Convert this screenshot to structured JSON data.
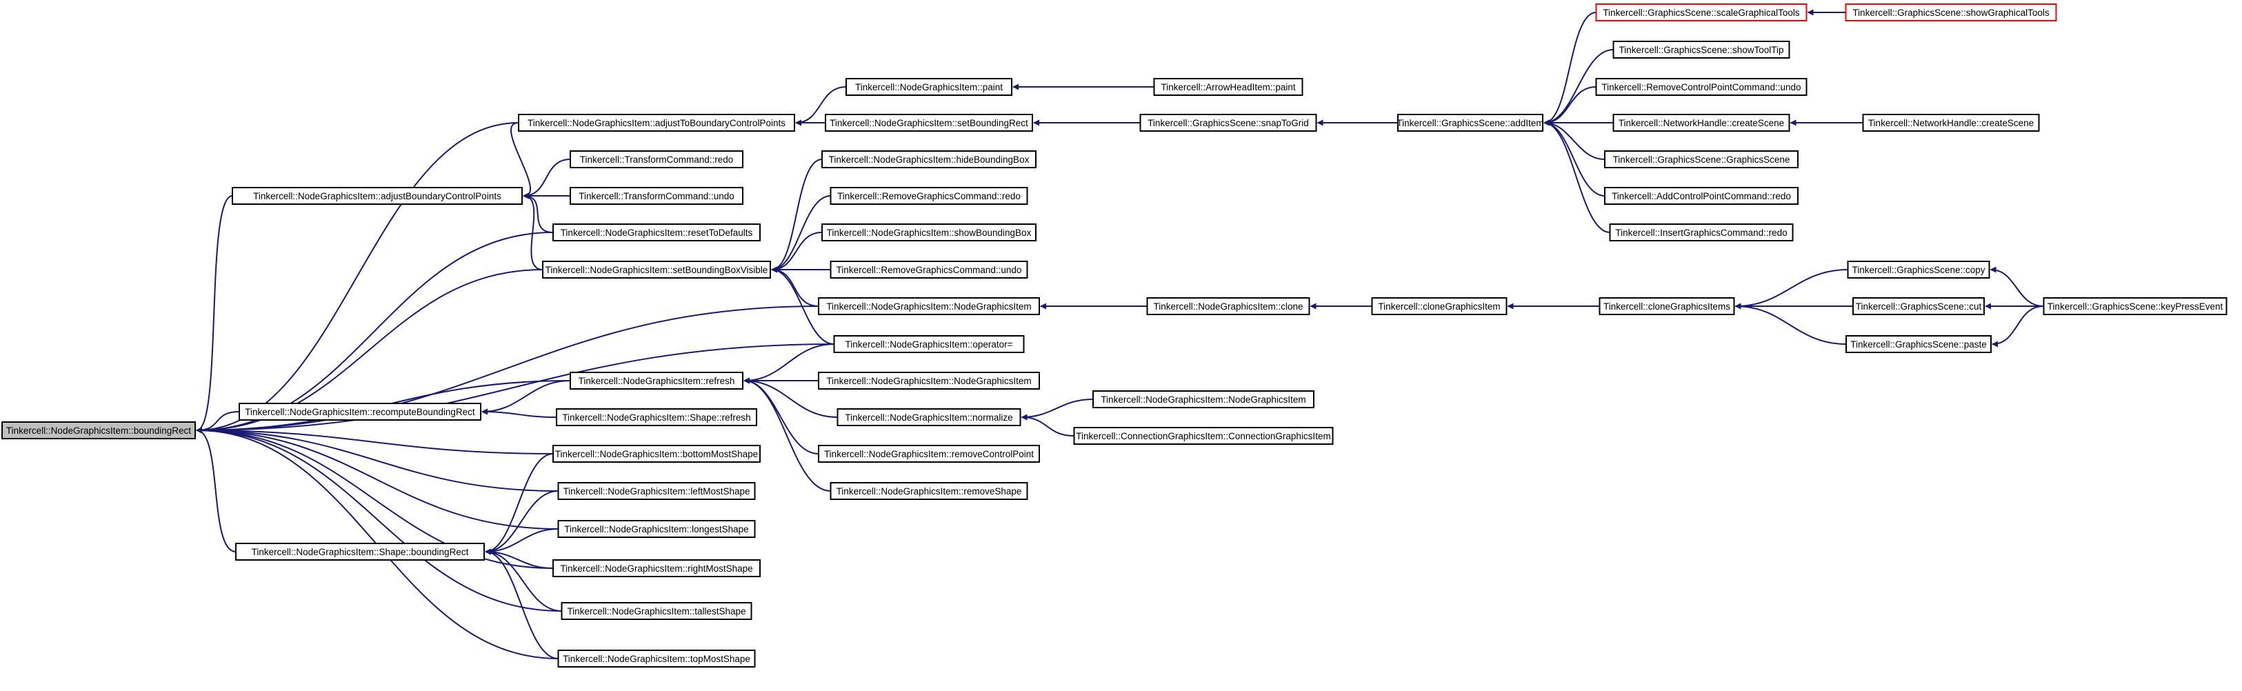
{
  "diagram": {
    "title": "",
    "colors": {
      "edge": "#191970",
      "node_border": "#000000",
      "root_fill": "#bfbfbf",
      "truncated_border": "#ff0000",
      "background": "#ffffff"
    },
    "nodes": [
      {
        "id": "boundingRect",
        "label": "Tinkercell::NodeGraphicsItem::boundingRect",
        "root": true
      },
      {
        "id": "adjustBoundaryControlPoints",
        "label": "Tinkercell::NodeGraphicsItem::adjustBoundaryControlPoints"
      },
      {
        "id": "recomputeBoundingRect",
        "label": "Tinkercell::NodeGraphicsItem::recomputeBoundingRect"
      },
      {
        "id": "ShapeBoundingRect",
        "label": "Tinkercell::NodeGraphicsItem::Shape::boundingRect"
      },
      {
        "id": "adjustToBoundaryControlPoints",
        "label": "Tinkercell::NodeGraphicsItem::adjustToBoundaryControlPoints"
      },
      {
        "id": "transformRedo",
        "label": "Tinkercell::TransformCommand::redo"
      },
      {
        "id": "transformUndo",
        "label": "Tinkercell::TransformCommand::undo"
      },
      {
        "id": "resetToDefaults",
        "label": "Tinkercell::NodeGraphicsItem::resetToDefaults"
      },
      {
        "id": "setBoundingBoxVisible",
        "label": "Tinkercell::NodeGraphicsItem::setBoundingBoxVisible"
      },
      {
        "id": "refresh",
        "label": "Tinkercell::NodeGraphicsItem::refresh"
      },
      {
        "id": "shapeRefresh",
        "label": "Tinkercell::NodeGraphicsItem::Shape::refresh"
      },
      {
        "id": "bottomMostShape",
        "label": "Tinkercell::NodeGraphicsItem::bottomMostShape"
      },
      {
        "id": "leftMostShape",
        "label": "Tinkercell::NodeGraphicsItem::leftMostShape"
      },
      {
        "id": "longestShape",
        "label": "Tinkercell::NodeGraphicsItem::longestShape"
      },
      {
        "id": "rightMostShape",
        "label": "Tinkercell::NodeGraphicsItem::rightMostShape"
      },
      {
        "id": "tallestShape",
        "label": "Tinkercell::NodeGraphicsItem::tallestShape"
      },
      {
        "id": "topMostShape",
        "label": "Tinkercell::NodeGraphicsItem::topMostShape"
      },
      {
        "id": "paint",
        "label": "Tinkercell::NodeGraphicsItem::paint"
      },
      {
        "id": "setBoundingRect",
        "label": "Tinkercell::NodeGraphicsItem::setBoundingRect"
      },
      {
        "id": "hideBoundingBox",
        "label": "Tinkercell::NodeGraphicsItem::hideBoundingBox"
      },
      {
        "id": "removeGraphicsRedo",
        "label": "Tinkercell::RemoveGraphicsCommand::redo"
      },
      {
        "id": "showBoundingBox",
        "label": "Tinkercell::NodeGraphicsItem::showBoundingBox"
      },
      {
        "id": "removeGraphicsUndo",
        "label": "Tinkercell::RemoveGraphicsCommand::undo"
      },
      {
        "id": "ngiCtorA",
        "label": "Tinkercell::NodeGraphicsItem::NodeGraphicsItem"
      },
      {
        "id": "operatorEq",
        "label": "Tinkercell::NodeGraphicsItem::operator="
      },
      {
        "id": "ngiCtorB",
        "label": "Tinkercell::NodeGraphicsItem::NodeGraphicsItem"
      },
      {
        "id": "normalize",
        "label": "Tinkercell::NodeGraphicsItem::normalize"
      },
      {
        "id": "removeControlPoint",
        "label": "Tinkercell::NodeGraphicsItem::removeControlPoint"
      },
      {
        "id": "removeShape",
        "label": "Tinkercell::NodeGraphicsItem::removeShape"
      },
      {
        "id": "arrowHeadPaint",
        "label": "Tinkercell::ArrowHeadItem::paint"
      },
      {
        "id": "snapToGrid",
        "label": "Tinkercell::GraphicsScene::snapToGrid"
      },
      {
        "id": "clone",
        "label": "Tinkercell::NodeGraphicsItem::clone"
      },
      {
        "id": "ngiCtorC",
        "label": "Tinkercell::NodeGraphicsItem::NodeGraphicsItem"
      },
      {
        "id": "cgiCtor",
        "label": "Tinkercell::ConnectionGraphicsItem::ConnectionGraphicsItem"
      },
      {
        "id": "addItem",
        "label": "Tinkercell::GraphicsScene::addItem"
      },
      {
        "id": "cloneGraphicsItem",
        "label": "Tinkercell::cloneGraphicsItem"
      },
      {
        "id": "scaleGraphicalTools",
        "label": "Tinkercell::GraphicsScene::scaleGraphicalTools",
        "truncated": true
      },
      {
        "id": "showToolTip",
        "label": "Tinkercell::GraphicsScene::showToolTip"
      },
      {
        "id": "removeCtrlPtUndo",
        "label": "Tinkercell::RemoveControlPointCommand::undo"
      },
      {
        "id": "networkCreateScene",
        "label": "Tinkercell::NetworkHandle::createScene"
      },
      {
        "id": "graphicsSceneCtor",
        "label": "Tinkercell::GraphicsScene::GraphicsScene"
      },
      {
        "id": "addCtrlPtRedo",
        "label": "Tinkercell::AddControlPointCommand::redo"
      },
      {
        "id": "insertGraphicsRedo",
        "label": "Tinkercell::InsertGraphicsCommand::redo"
      },
      {
        "id": "cloneGraphicsItems",
        "label": "Tinkercell::cloneGraphicsItems"
      },
      {
        "id": "showGraphicalTools",
        "label": "Tinkercell::GraphicsScene::showGraphicalTools",
        "truncated": true
      },
      {
        "id": "networkCreateScene2",
        "label": "Tinkercell::NetworkHandle::createScene"
      },
      {
        "id": "sceneCopy",
        "label": "Tinkercell::GraphicsScene::copy"
      },
      {
        "id": "sceneCut",
        "label": "Tinkercell::GraphicsScene::cut"
      },
      {
        "id": "scenePaste",
        "label": "Tinkercell::GraphicsScene::paste"
      },
      {
        "id": "keyPressEvent",
        "label": "Tinkercell::GraphicsScene::keyPressEvent"
      }
    ],
    "edges": [
      [
        "adjustBoundaryControlPoints",
        "boundingRect"
      ],
      [
        "recomputeBoundingRect",
        "boundingRect"
      ],
      [
        "ShapeBoundingRect",
        "boundingRect"
      ],
      [
        "adjustToBoundaryControlPoints",
        "boundingRect"
      ],
      [
        "resetToDefaults",
        "boundingRect"
      ],
      [
        "setBoundingBoxVisible",
        "boundingRect"
      ],
      [
        "ngiCtorA",
        "boundingRect"
      ],
      [
        "operatorEq",
        "boundingRect"
      ],
      [
        "refresh",
        "boundingRect"
      ],
      [
        "bottomMostShape",
        "boundingRect"
      ],
      [
        "leftMostShape",
        "boundingRect"
      ],
      [
        "longestShape",
        "boundingRect"
      ],
      [
        "rightMostShape",
        "boundingRect"
      ],
      [
        "tallestShape",
        "boundingRect"
      ],
      [
        "topMostShape",
        "boundingRect"
      ],
      [
        "adjustToBoundaryControlPoints",
        "adjustBoundaryControlPoints"
      ],
      [
        "transformRedo",
        "adjustBoundaryControlPoints"
      ],
      [
        "transformUndo",
        "adjustBoundaryControlPoints"
      ],
      [
        "resetToDefaults",
        "adjustBoundaryControlPoints"
      ],
      [
        "setBoundingBoxVisible",
        "adjustBoundaryControlPoints"
      ],
      [
        "paint",
        "adjustToBoundaryControlPoints"
      ],
      [
        "setBoundingRect",
        "adjustToBoundaryControlPoints"
      ],
      [
        "arrowHeadPaint",
        "paint"
      ],
      [
        "snapToGrid",
        "setBoundingRect"
      ],
      [
        "addItem",
        "snapToGrid"
      ],
      [
        "scaleGraphicalTools",
        "addItem"
      ],
      [
        "showToolTip",
        "addItem"
      ],
      [
        "removeCtrlPtUndo",
        "addItem"
      ],
      [
        "networkCreateScene",
        "addItem"
      ],
      [
        "graphicsSceneCtor",
        "addItem"
      ],
      [
        "addCtrlPtRedo",
        "addItem"
      ],
      [
        "insertGraphicsRedo",
        "addItem"
      ],
      [
        "showGraphicalTools",
        "scaleGraphicalTools"
      ],
      [
        "networkCreateScene2",
        "networkCreateScene"
      ],
      [
        "hideBoundingBox",
        "setBoundingBoxVisible"
      ],
      [
        "removeGraphicsRedo",
        "setBoundingBoxVisible"
      ],
      [
        "showBoundingBox",
        "setBoundingBoxVisible"
      ],
      [
        "removeGraphicsUndo",
        "setBoundingBoxVisible"
      ],
      [
        "ngiCtorA",
        "setBoundingBoxVisible"
      ],
      [
        "operatorEq",
        "setBoundingBoxVisible"
      ],
      [
        "clone",
        "ngiCtorA"
      ],
      [
        "cloneGraphicsItem",
        "clone"
      ],
      [
        "cloneGraphicsItems",
        "cloneGraphicsItem"
      ],
      [
        "sceneCopy",
        "cloneGraphicsItems"
      ],
      [
        "sceneCut",
        "cloneGraphicsItems"
      ],
      [
        "scenePaste",
        "cloneGraphicsItems"
      ],
      [
        "keyPressEvent",
        "sceneCopy"
      ],
      [
        "keyPressEvent",
        "sceneCut"
      ],
      [
        "keyPressEvent",
        "scenePaste"
      ],
      [
        "refresh",
        "recomputeBoundingRect"
      ],
      [
        "shapeRefresh",
        "recomputeBoundingRect"
      ],
      [
        "operatorEq",
        "refresh"
      ],
      [
        "ngiCtorB",
        "refresh"
      ],
      [
        "normalize",
        "refresh"
      ],
      [
        "removeControlPoint",
        "refresh"
      ],
      [
        "removeShape",
        "refresh"
      ],
      [
        "ngiCtorC",
        "normalize"
      ],
      [
        "cgiCtor",
        "normalize"
      ],
      [
        "bottomMostShape",
        "ShapeBoundingRect"
      ],
      [
        "leftMostShape",
        "ShapeBoundingRect"
      ],
      [
        "longestShape",
        "ShapeBoundingRect"
      ],
      [
        "rightMostShape",
        "ShapeBoundingRect"
      ],
      [
        "tallestShape",
        "ShapeBoundingRect"
      ],
      [
        "topMostShape",
        "ShapeBoundingRect"
      ]
    ]
  }
}
